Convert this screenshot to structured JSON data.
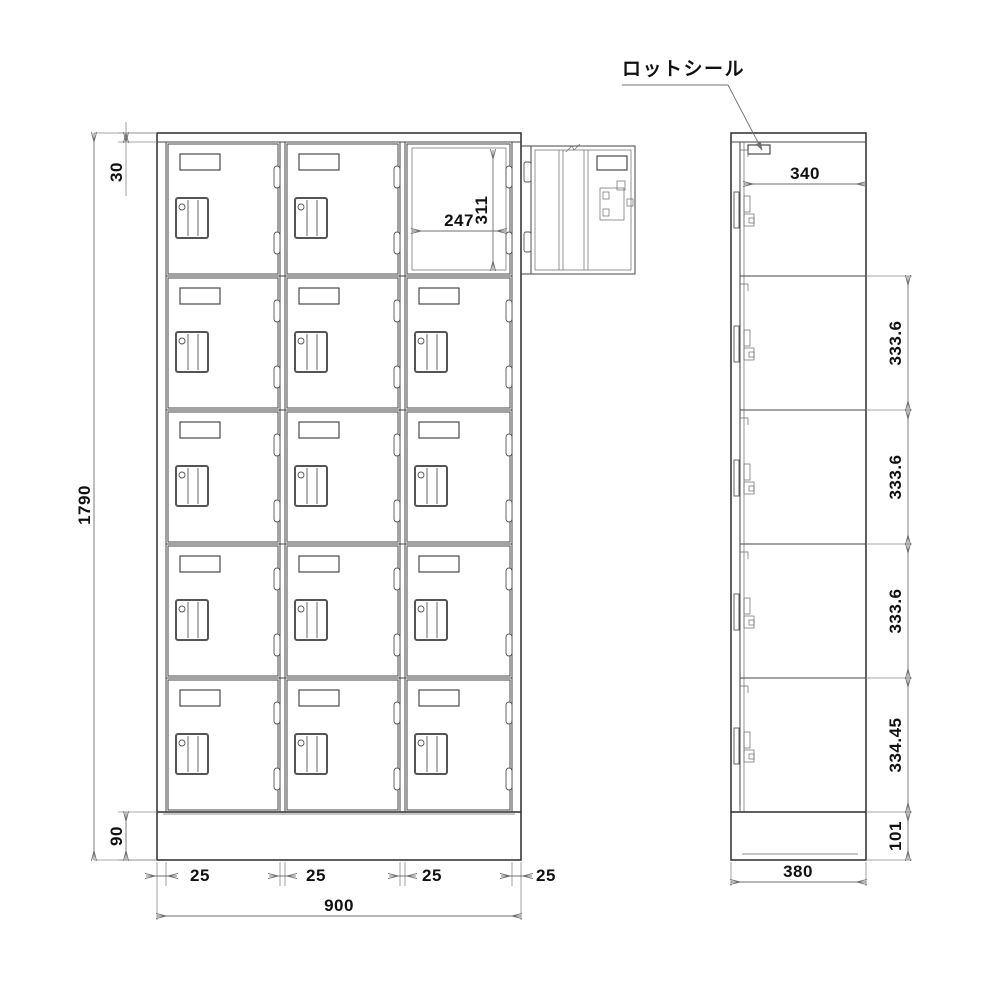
{
  "drawing": {
    "type": "mechanical-drawing",
    "subject": "coin locker cabinet, 15 compartments (3 columns x 5 rows)",
    "annotations": {
      "lot_seal_label": "ロットシール"
    },
    "front_view": {
      "columns": 3,
      "rows": 5,
      "open_door_cell": "top-right",
      "dimensions": {
        "overall_height": "1790",
        "top_frame": "30",
        "base_height": "90",
        "overall_width": "900",
        "compartment_inner_width": "247",
        "compartment_inner_height": "311",
        "width_offsets": [
          "25",
          "25",
          "25",
          "25"
        ]
      }
    },
    "side_view": {
      "dimensions": {
        "top_depth": "340",
        "overall_depth": "380",
        "base_height": "101",
        "shelf_pitches": [
          "333.6",
          "333.6",
          "333.6",
          "334.45"
        ]
      }
    }
  },
  "colors": {
    "line": "#2b2b2b",
    "dimension": "#6f6f6f",
    "text": "#111111",
    "background": "#ffffff"
  }
}
